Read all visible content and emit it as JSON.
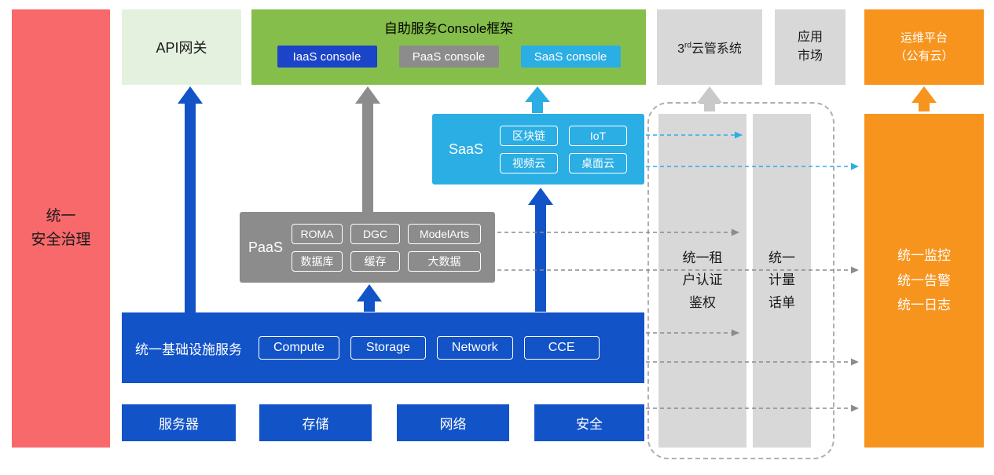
{
  "colors": {
    "security_red": "#F8696B",
    "api_gateway_green": "#E4F1DF",
    "console_green": "#85BE4A",
    "primary_blue": "#1353C8",
    "paas_gray": "#8C8C8C",
    "saas_cyan": "#2BAEE4",
    "neutral_gray": "#D8D8D8",
    "ops_orange": "#F7941E"
  },
  "security_bar": {
    "label": "统一\n安全治理"
  },
  "api_gateway": {
    "label": "API网关"
  },
  "console_frame": {
    "title": "自助服务Console框架",
    "consoles": [
      {
        "label": "IaaS console"
      },
      {
        "label": "PaaS console"
      },
      {
        "label": "SaaS console"
      }
    ]
  },
  "third_party_cloud": {
    "prefix": "3",
    "sup": "rd",
    "text": "云管系统"
  },
  "app_market": {
    "label": "应用\n市场"
  },
  "om_platform": {
    "label": "运维平台\n（公有云）"
  },
  "saas": {
    "label": "SaaS",
    "items": [
      "区块链",
      "IoT",
      "视频云",
      "桌面云"
    ]
  },
  "paas": {
    "label": "PaaS",
    "items": [
      "ROMA",
      "DGC",
      "ModelArts",
      "数据库",
      "缓存",
      "大数据"
    ]
  },
  "infra": {
    "label": "统一基础设施服务",
    "items": [
      "Compute",
      "Storage",
      "Network",
      "CCE"
    ]
  },
  "resources": [
    "服务器",
    "存储",
    "网络",
    "安全"
  ],
  "auth_bar": {
    "label": "统一租\n户认证\n鉴权"
  },
  "metering_bar": {
    "label": "统一\n计量\n话单"
  },
  "monitoring": {
    "label": "统一监控\n统一告警\n统一日志"
  }
}
